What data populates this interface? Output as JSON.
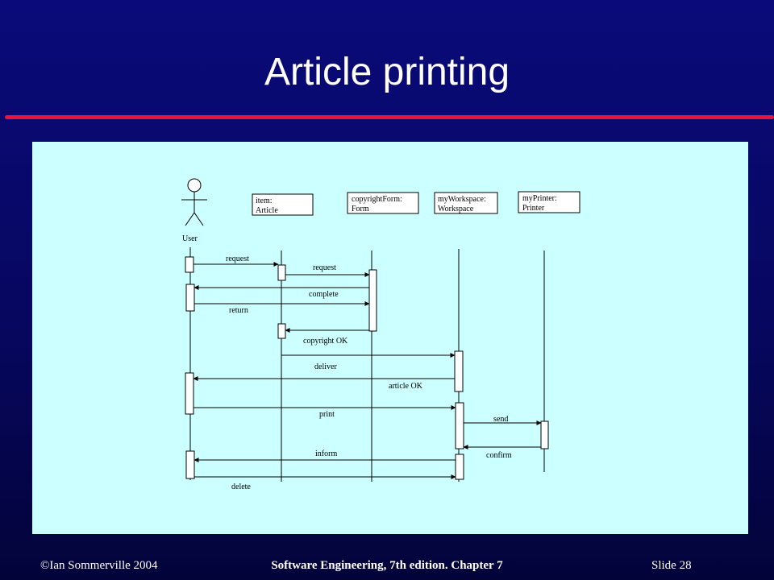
{
  "slide": {
    "title": "Article printing"
  },
  "diagram": {
    "actor": {
      "label": "User"
    },
    "objects": [
      {
        "line1": "item:",
        "line2": "Article"
      },
      {
        "line1": "copyrightForm:",
        "line2": "Form"
      },
      {
        "line1": "myWorkspace:",
        "line2": "Workspace"
      },
      {
        "line1": "myPrinter:",
        "line2": "Printer"
      }
    ],
    "messages": [
      "request",
      "request",
      "complete",
      "return",
      "copyright OK",
      "deliver",
      "article OK",
      "print",
      "send",
      "confirm",
      "inform",
      "delete"
    ]
  },
  "footer": {
    "copyright": "©Ian Sommerville 2004",
    "book": "Software Engineering, 7th edition. Chapter 7",
    "slide_number": "Slide  28"
  }
}
